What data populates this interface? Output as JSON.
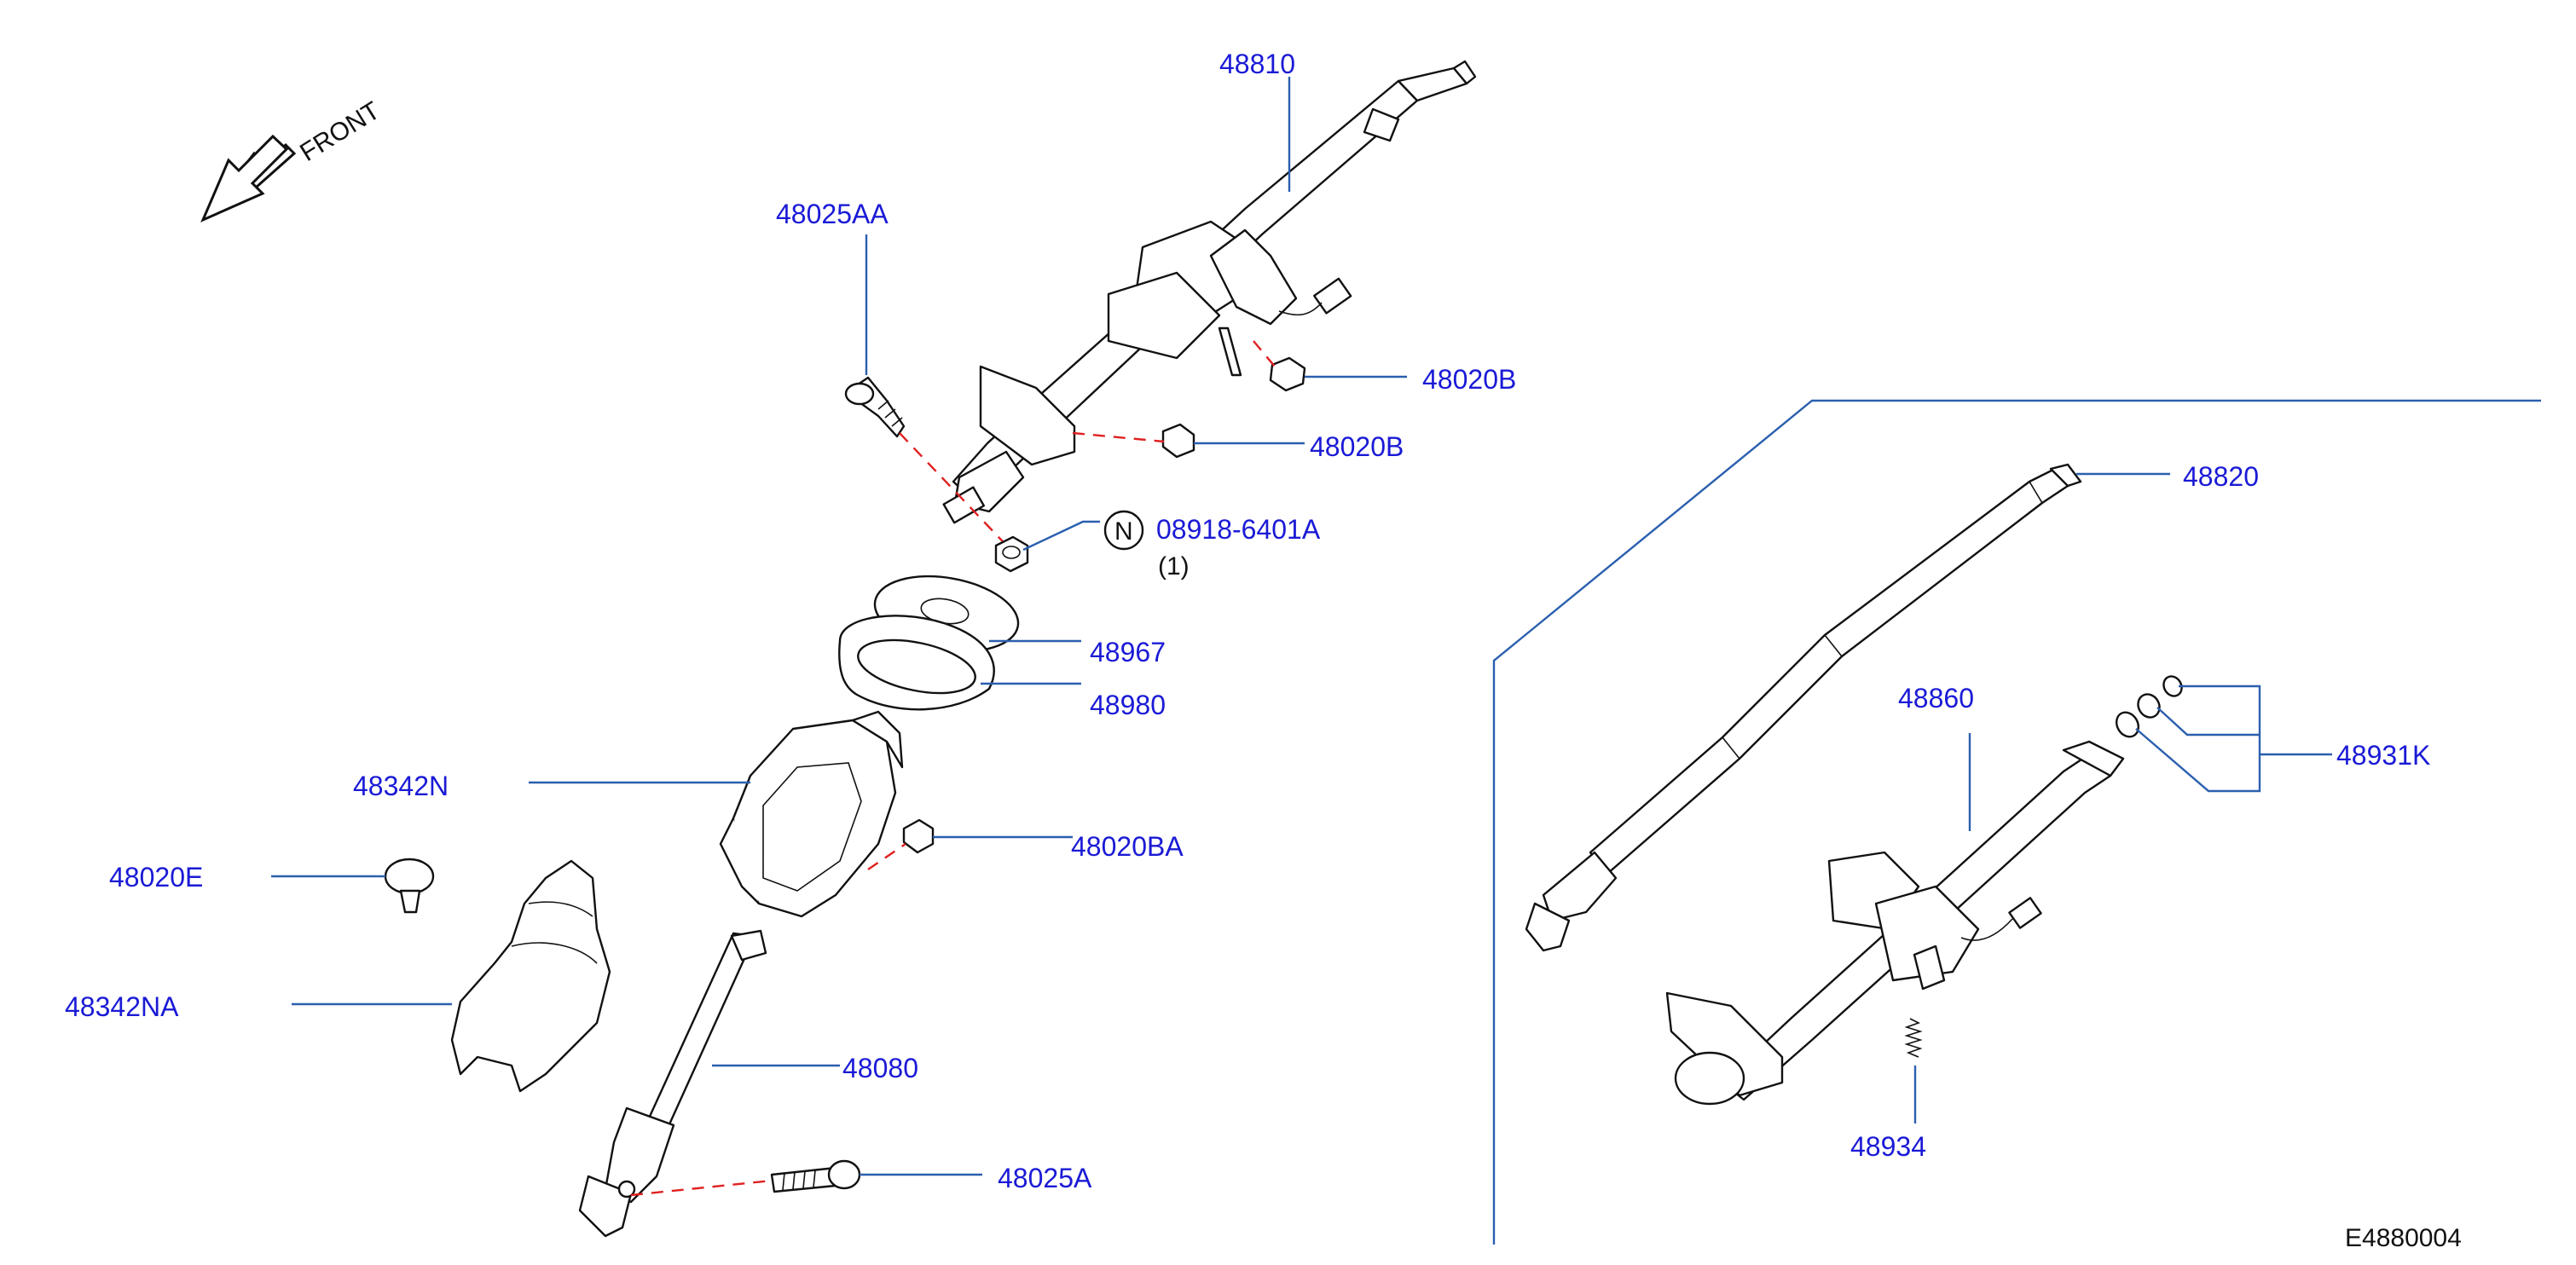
{
  "front_label": "FRONT",
  "diagram_code": "E4880004",
  "n_symbol": "N",
  "labels": {
    "p48810": "48810",
    "p48025AA": "48025AA",
    "p48020B_top": "48020B",
    "p48020B_mid": "48020B",
    "p08918": "08918-6401A",
    "p08918_qty": "(1)",
    "p48967": "48967",
    "p48980": "48980",
    "p48342N": "48342N",
    "p48020BA": "48020BA",
    "p48020E": "48020E",
    "p48342NA": "48342NA",
    "p48080": "48080",
    "p48025A": "48025A",
    "p48820": "48820",
    "p48860": "48860",
    "p48931K": "48931K",
    "p48934": "48934"
  }
}
